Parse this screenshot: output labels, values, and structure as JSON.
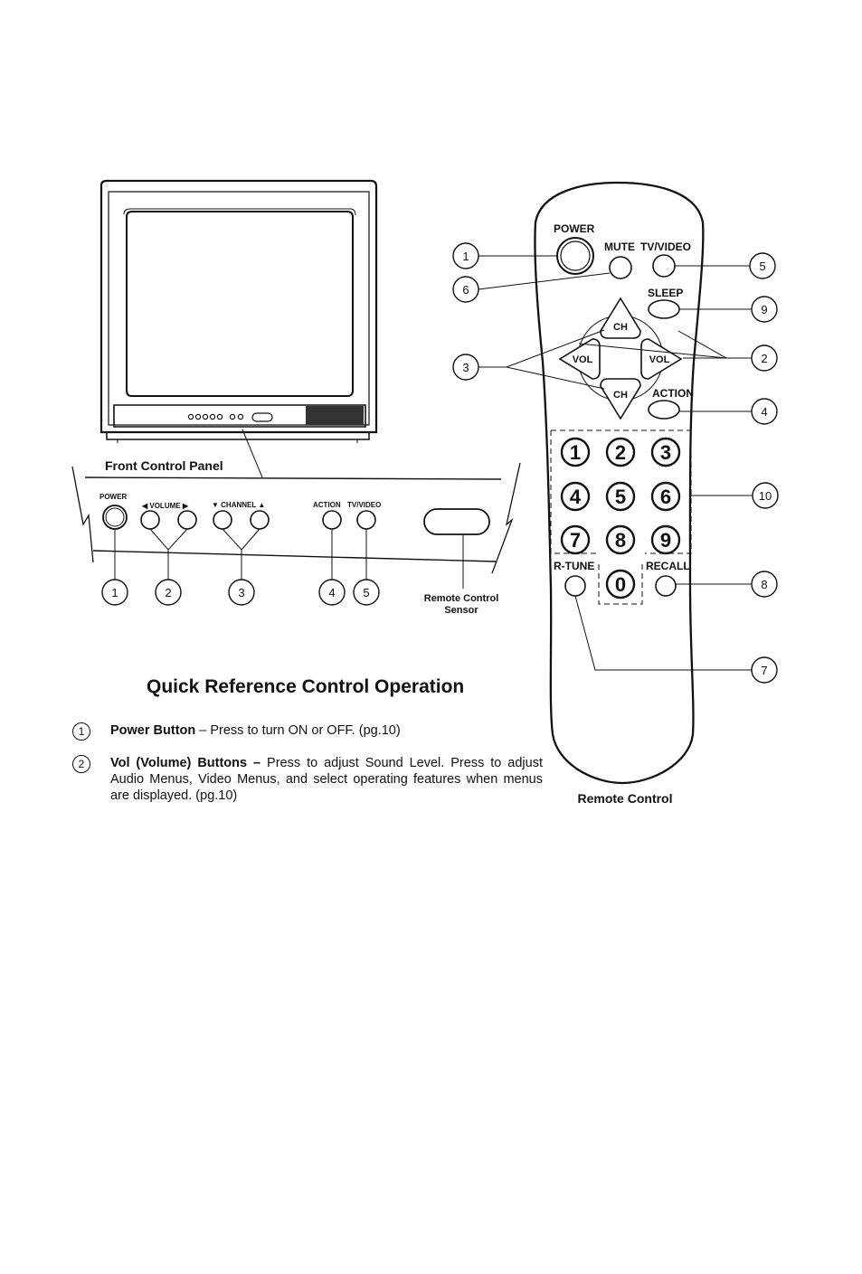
{
  "tv": {
    "front_panel_caption": "Front Control Panel",
    "panel_labels": {
      "power": "POWER",
      "volume": "◀ VOLUME ▶",
      "channel": "▼ CHANNEL ▲",
      "action": "ACTION",
      "tvvideo": "TV/VIDEO"
    },
    "sensor_caption_line1": "Remote Control",
    "sensor_caption_line2": "Sensor",
    "callouts": [
      "1",
      "2",
      "3",
      "4",
      "5"
    ]
  },
  "remote": {
    "caption": "Remote Control",
    "labels": {
      "power": "POWER",
      "mute": "MUTE",
      "tvvideo": "TV/VIDEO",
      "sleep": "SLEEP",
      "action": "ACTION",
      "ch": "CH",
      "vol": "VOL",
      "rtune": "R-TUNE",
      "recall": "RECALL"
    },
    "digits": [
      "1",
      "2",
      "3",
      "4",
      "5",
      "6",
      "7",
      "8",
      "9",
      "0"
    ],
    "callouts": {
      "power": "1",
      "mute": "6",
      "tvvideo": "5",
      "sleep": "9",
      "ch": "3",
      "vol": "2",
      "action": "4",
      "digits": "10",
      "recall": "8",
      "rtune": "7"
    }
  },
  "reference": {
    "title": "Quick Reference Control Operation",
    "items": [
      {
        "num": "1",
        "term": "Power Button",
        "desc": " – Press to turn ON or OFF. (pg.10)"
      },
      {
        "num": "2",
        "term": "Vol (Volume) Buttons –",
        "desc": " Press to adjust Sound Level. Press to adjust Audio Menus, Video Menus, and select operating features when menus are displayed. (pg.10)"
      }
    ]
  }
}
